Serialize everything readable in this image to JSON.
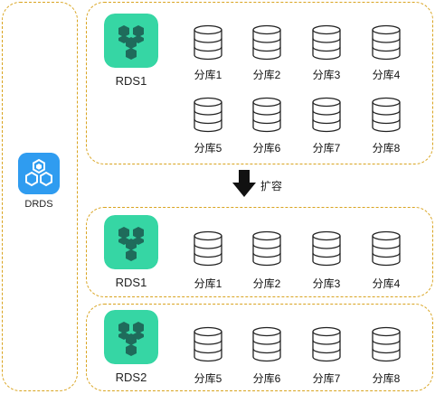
{
  "drds": {
    "label": "DRDS",
    "icon": "drds-logo-icon"
  },
  "expand_label": "扩容",
  "before": {
    "rds_label": "RDS1",
    "shards": [
      "分库1",
      "分库2",
      "分库3",
      "分库4",
      "分库5",
      "分库6",
      "分库7",
      "分库8"
    ]
  },
  "after": [
    {
      "rds_label": "RDS1",
      "shards": [
        "分库1",
        "分库2",
        "分库3",
        "分库4"
      ]
    },
    {
      "rds_label": "RDS2",
      "shards": [
        "分库5",
        "分库6",
        "分库7",
        "分库8"
      ]
    }
  ],
  "colors": {
    "border": "#d9a420",
    "rds": "#36d6a4",
    "drds": "#2f9cf0",
    "icon_dark": "#1f6b5b"
  }
}
